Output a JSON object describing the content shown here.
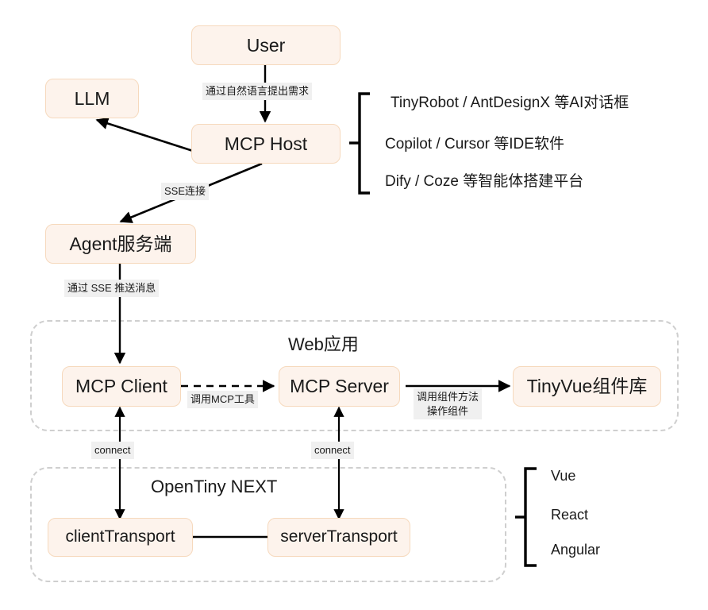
{
  "diagram": {
    "nodes": {
      "user": "User",
      "llm": "LLM",
      "mcp_host": "MCP Host",
      "agent_server": "Agent服务端",
      "mcp_client": "MCP Client",
      "mcp_server": "MCP Server",
      "tinyvue": "TinyVue组件库",
      "client_transport": "clientTransport",
      "server_transport": "serverTransport"
    },
    "groups": {
      "web_app": "Web应用",
      "opentiny_next": "OpenTiny NEXT"
    },
    "edge_labels": {
      "user_to_host": "通过自然语言提出需求",
      "host_to_agent": "SSE连接",
      "agent_to_client": "通过 SSE 推送消息",
      "client_to_server": "调用MCP工具",
      "server_to_tinyvue": "调用组件方法\n操作组件",
      "connect_client": "connect",
      "connect_server": "connect"
    },
    "host_bracket_items": [
      "TinyRobot / AntDesignX 等AI对话框",
      "Copilot / Cursor 等IDE软件",
      "Dify / Coze 等智能体搭建平台"
    ],
    "framework_bracket_items": [
      "Vue",
      "React",
      "Angular"
    ],
    "colors": {
      "node_fill": "#fdf3ec",
      "node_border": "#f6d9bd",
      "group_border": "#cfcfcf",
      "label_bg": "#f0f0f0",
      "stroke": "#000000"
    }
  }
}
